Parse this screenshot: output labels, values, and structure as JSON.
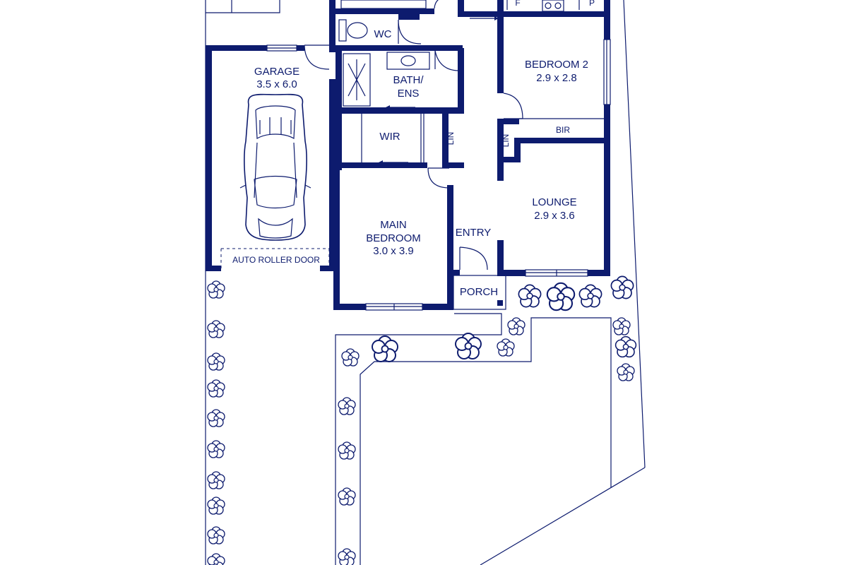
{
  "colors": {
    "ink": "#0d1b6e",
    "paper": "#ffffff"
  },
  "rooms": {
    "garage": {
      "name": "GARAGE",
      "size": "3.5 x 6.0"
    },
    "wc": {
      "name": "WC"
    },
    "bath": {
      "line1": "BATH/",
      "line2": "ENS"
    },
    "wir": {
      "name": "WIR"
    },
    "lin1": {
      "name": "LIN"
    },
    "lin2": {
      "name": "LIN"
    },
    "bedroom2": {
      "name": "BEDROOM 2",
      "size": "2.9 x 2.8"
    },
    "bir": {
      "name": "BIR"
    },
    "lounge": {
      "name": "LOUNGE",
      "size": "2.9 x 3.6"
    },
    "main_bedroom": {
      "line1": "MAIN",
      "line2": "BEDROOM",
      "size": "3.0 x 3.9"
    },
    "entry": {
      "name": "ENTRY"
    },
    "porch": {
      "name": "PORCH"
    },
    "roller_door": {
      "name": "AUTO ROLLER DOOR"
    },
    "kitchen_fridge": {
      "name": "F"
    },
    "kitchen_pantry": {
      "name": "P"
    }
  },
  "icons": [
    "car-icon",
    "shrub-icon",
    "toilet-icon",
    "shower-icon",
    "basin-icon",
    "cooktop-icon",
    "door-swing-icon",
    "sliding-door-arrow-icon"
  ]
}
